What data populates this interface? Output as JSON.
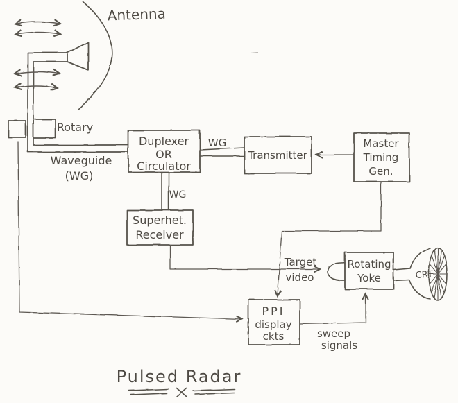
{
  "title": {
    "text": "Pulsed Radar"
  },
  "antenna": {
    "label": "Antenna",
    "rotary_label": "Rotary",
    "waveguide_label_line1": "Waveguide",
    "waveguide_label_line2": "(WG)"
  },
  "wg_labels": {
    "duplexer_to_transmitter": "WG",
    "duplexer_to_receiver": "WG"
  },
  "blocks": {
    "duplexer": {
      "lines": [
        "Duplexer",
        "OR",
        "Circulator"
      ]
    },
    "transmitter": {
      "lines": [
        "Transmitter"
      ]
    },
    "master_timing": {
      "lines": [
        "Master",
        "Timing",
        "Gen."
      ]
    },
    "receiver": {
      "lines": [
        "Superhet.",
        "Receiver"
      ]
    },
    "rotating_yoke": {
      "lines": [
        "Rotating",
        "Yoke"
      ]
    },
    "ppi": {
      "lines": [
        "PPI",
        "display",
        "ckts"
      ]
    }
  },
  "signals": {
    "target_video_line1": "Target",
    "target_video_line2": "video",
    "sweep_line1": "sweep",
    "sweep_line2": "signals"
  },
  "crt_label": "CRT",
  "colors": {
    "ink": "#57534c",
    "paper": "#fcfbf8"
  }
}
